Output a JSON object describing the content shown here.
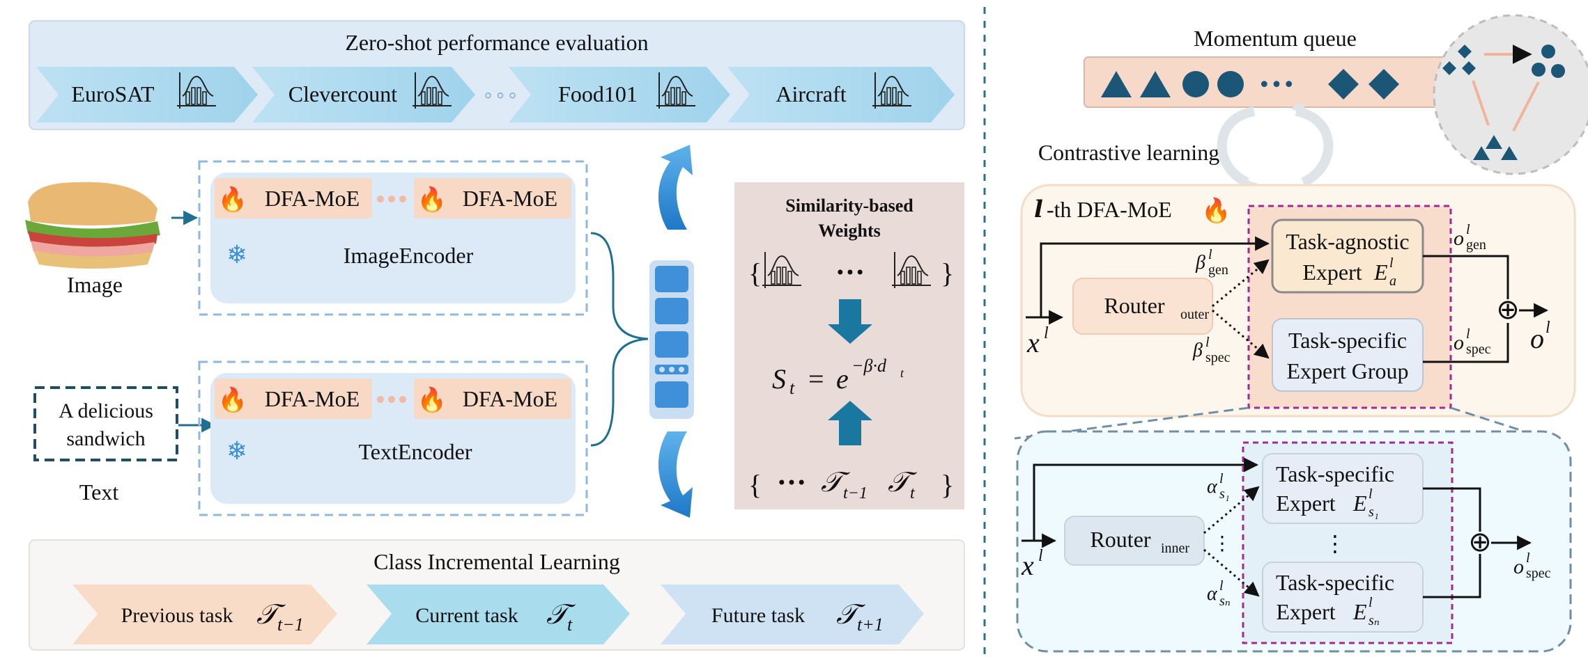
{
  "zero_shot": {
    "title": "Zero-shot performance evaluation",
    "datasets": [
      "EuroSAT",
      "Clevercount",
      "Food101",
      "Aircraft"
    ],
    "ellipsis": "∘∘∘"
  },
  "encoders": {
    "module_label": "DFA-MoE",
    "fire_icon": "🔥",
    "snowflake_icon": "❄",
    "image_encoder": "ImageEncoder",
    "text_encoder": "TextEncoder",
    "image_label": "Image",
    "text_label": "Text",
    "text_input": [
      "A delicious",
      "sandwich"
    ]
  },
  "similarity": {
    "title": [
      "Similarity-based",
      "Weights"
    ],
    "formula_lhs": "S",
    "formula_sub": "t",
    "formula_eq": "=",
    "formula_base": "e",
    "formula_exp": "−β·d",
    "formula_exp_sub": "t",
    "dots": "•••",
    "task_prev": "𝒯",
    "task_prev_sub": "t−1",
    "task_cur": "𝒯",
    "task_cur_sub": "t",
    "lbrace": "{",
    "rbrace": "}"
  },
  "cil": {
    "title": "Class Incremental Learning",
    "tasks": [
      {
        "label": "Previous task",
        "sym": "𝒯",
        "sub": "t−1",
        "color": "#f9dcc8"
      },
      {
        "label": "Current task",
        "sym": "𝒯",
        "sub": "t",
        "color": "#a9dcec"
      },
      {
        "label": "Future task",
        "sym": "𝒯",
        "sub": "t+1",
        "color": "#cfe2f4"
      }
    ]
  },
  "momentum": {
    "title": "Momentum queue",
    "dots": "•••",
    "contrastive": "Contrastive learning"
  },
  "dfa_moe": {
    "title_l": "𝒍",
    "title_rest": "-th DFA-MoE",
    "router_outer": "Router",
    "router_outer_sub": "outer",
    "task_agnostic": [
      "Task-agnostic",
      "Expert"
    ],
    "expert_E": "E",
    "expert_E_sub": "a",
    "expert_E_sup": "l",
    "task_specific_group": [
      "Task-specific",
      "Expert Group"
    ],
    "x": "x",
    "sup_l": "l",
    "beta": "β",
    "beta_gen_sub": "gen",
    "beta_spec_sub": "spec",
    "o": "o",
    "o_gen_sub": "gen",
    "o_spec_sub": "spec",
    "oplus": "⊕"
  },
  "inner": {
    "router_inner": "Router",
    "router_inner_sub": "inner",
    "expert_label": [
      "Task-specific",
      "Expert"
    ],
    "E": "E",
    "E_sub_1": "s₁",
    "E_sub_n": "sₙ",
    "alpha": "α",
    "alpha_sub_1": "s₁",
    "alpha_sub_n": "sₙ",
    "vdots": "⋮",
    "o_spec_sub": "spec"
  },
  "colors": {
    "light_blue_panel": "#dae8f5",
    "encoder_box": "#dce9f6",
    "dfa_moe_tag": "#f7d9c6",
    "similarity_bg": "#e9dcd8",
    "arrow_blue": "#2f8fd8",
    "dark_teal": "#1e5b7a",
    "outer_panel": "#fdf6ec",
    "inner_panel": "#eefaff",
    "magenta_dash": "#a02b93",
    "expert_gen": "#fbe8d0",
    "expert_spec": "#e6edf6"
  }
}
